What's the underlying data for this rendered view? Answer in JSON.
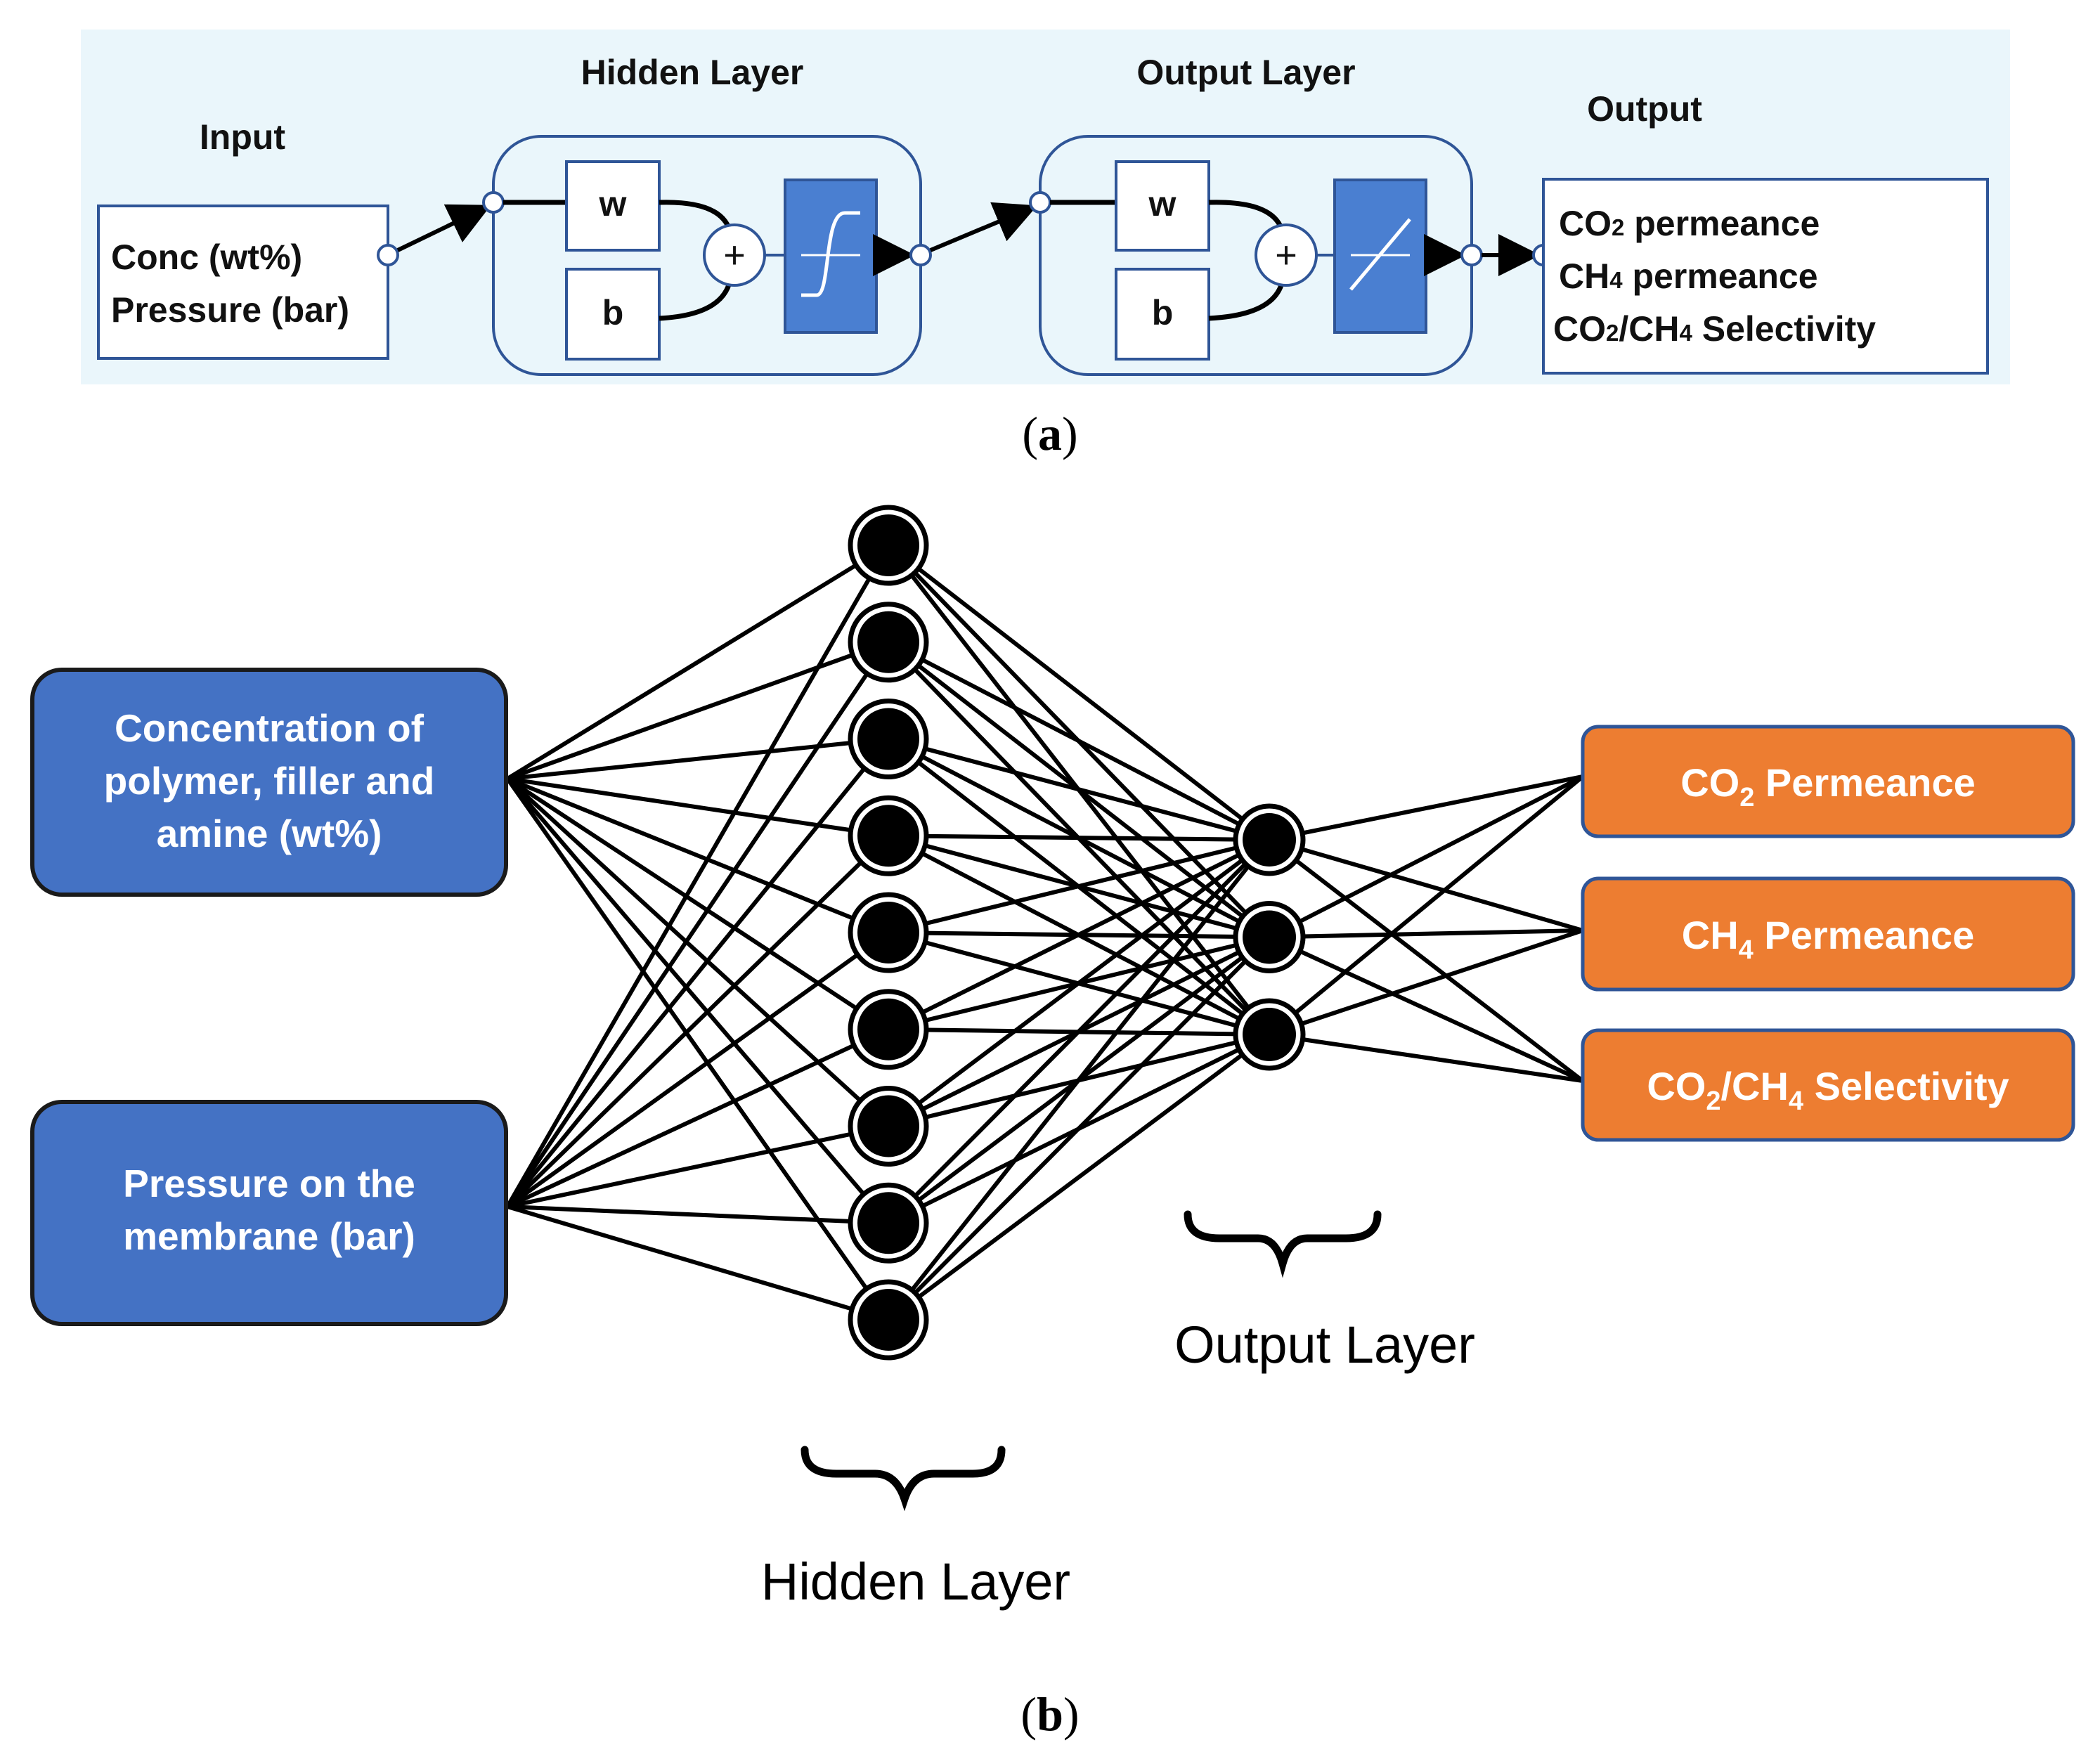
{
  "panel_a": {
    "caption_open": "(",
    "caption_letter": "a",
    "caption_close": ")",
    "input_title": "Input",
    "input_line1": "Conc (wt%)",
    "input_line2": "Pressure (bar)",
    "hidden_title": "Hidden Layer",
    "output_layer_title": "Output Layer",
    "weight_label": "w",
    "bias_label": "b",
    "sum_symbol": "+",
    "output_title": "Output",
    "output_line1": {
      "pre": "CO",
      "sub": "2",
      "post": " permeance"
    },
    "output_line2": {
      "pre": "CH",
      "sub": "4",
      "post": " permeance"
    },
    "output_line3": {
      "a": "CO",
      "sub1": "2",
      "b": "/CH",
      "sub2": "4",
      "c": " Selectivity"
    },
    "colors": {
      "background": "#eaf6fb",
      "frame": "#2f5597",
      "activation_fill": "#4a7fd1"
    }
  },
  "panel_b": {
    "caption_open": "(",
    "caption_letter": "b",
    "caption_close": ")",
    "input1": {
      "line1": "Concentration of",
      "line2": "polymer, filler and",
      "line3": "amine (wt%)"
    },
    "input2": {
      "line1": "Pressure on the",
      "line2": "membrane (bar)"
    },
    "out1": {
      "pre": "CO",
      "sub": "2",
      "post": " Permeance"
    },
    "out2": {
      "pre": "CH",
      "sub": "4",
      "post": " Permeance"
    },
    "out3": {
      "a": "CO",
      "sub1": "2",
      "b": "/CH",
      "sub2": "4",
      "c": " Selectivity"
    },
    "hidden_label": "Hidden Layer",
    "output_label": "Output Layer",
    "hidden_neuron_count": 9,
    "output_neuron_count": 3,
    "colors": {
      "input_box": "#4472c4",
      "output_box": "#ed7d31",
      "neuron": "#000000"
    }
  }
}
